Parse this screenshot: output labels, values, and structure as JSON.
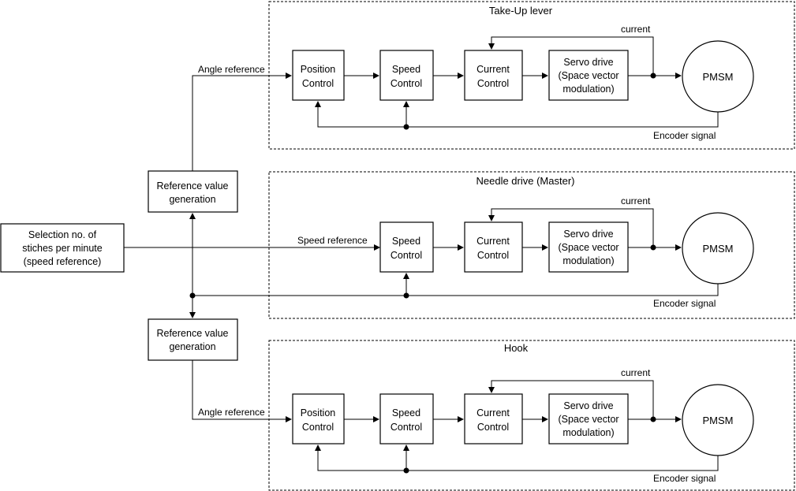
{
  "input_block": {
    "line1": "Selection no. of",
    "line2": "stiches per minute",
    "line3": "(speed reference)"
  },
  "ref_gen_top": {
    "line1": "Reference value",
    "line2": "generation"
  },
  "ref_gen_bottom": {
    "line1": "Reference value",
    "line2": "generation"
  },
  "takeup": {
    "title": "Take-Up lever",
    "input_label": "Angle reference",
    "position": {
      "line1": "Position",
      "line2": "Control"
    },
    "speed": {
      "line1": "Speed",
      "line2": "Control"
    },
    "current": {
      "line1": "Current",
      "line2": "Control"
    },
    "servo": {
      "line1": "Servo drive",
      "line2": "(Space vector",
      "line3": "modulation)"
    },
    "motor": "PMSM",
    "current_label": "current",
    "encoder_label": "Encoder signal"
  },
  "needle": {
    "title": "Needle drive (Master)",
    "input_label": "Speed reference",
    "speed": {
      "line1": "Speed",
      "line2": "Control"
    },
    "current": {
      "line1": "Current",
      "line2": "Control"
    },
    "servo": {
      "line1": "Servo drive",
      "line2": "(Space vector",
      "line3": "modulation)"
    },
    "motor": "PMSM",
    "current_label": "current",
    "encoder_label": "Encoder signal"
  },
  "hook": {
    "title": "Hook",
    "input_label": "Angle reference",
    "position": {
      "line1": "Position",
      "line2": "Control"
    },
    "speed": {
      "line1": "Speed",
      "line2": "Control"
    },
    "current": {
      "line1": "Current",
      "line2": "Control"
    },
    "servo": {
      "line1": "Servo drive",
      "line2": "(Space vector",
      "line3": "modulation)"
    },
    "motor": "PMSM",
    "current_label": "current",
    "encoder_label": "Encoder signal"
  }
}
